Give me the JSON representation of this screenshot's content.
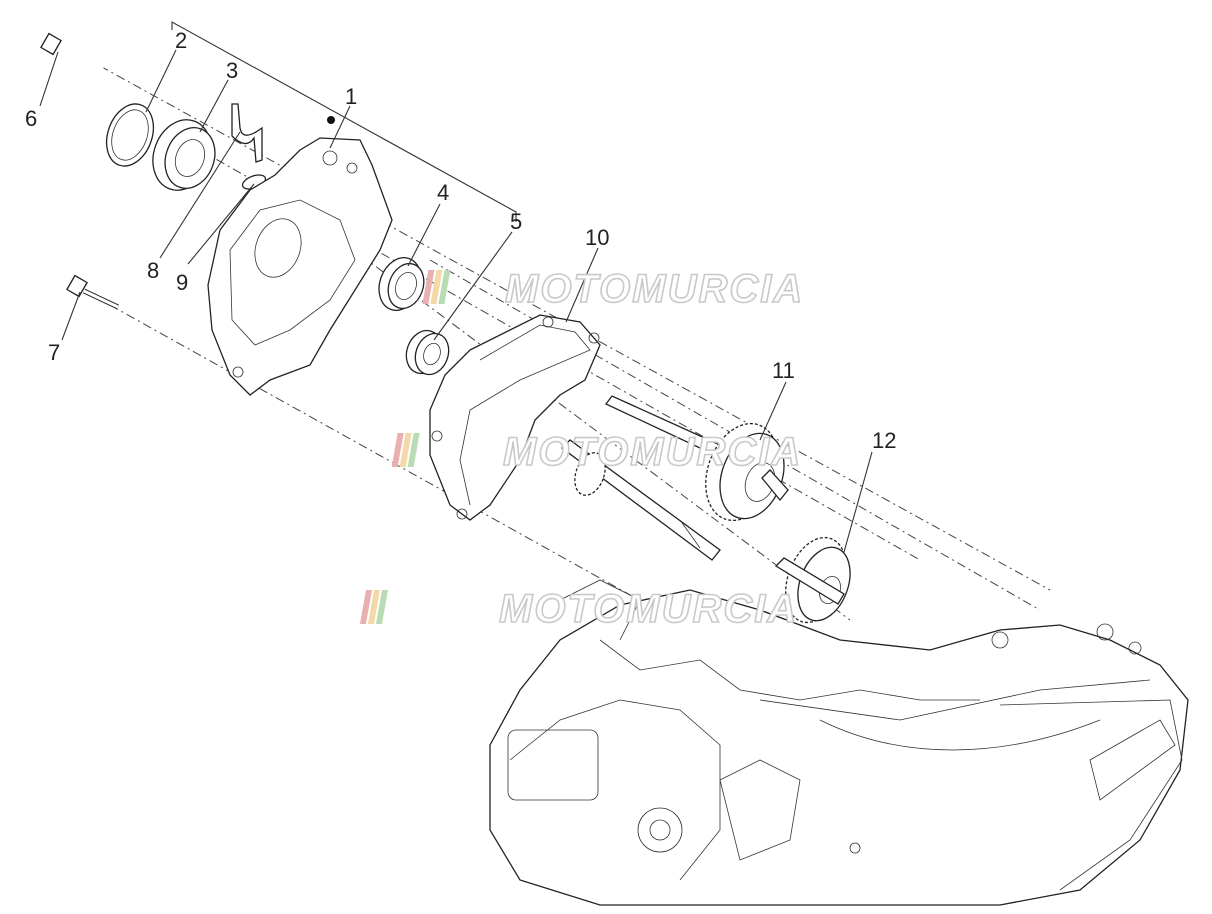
{
  "watermark": {
    "text": "MOTOMURCIA",
    "stripe_colors": [
      "#e8b0b0",
      "#f3d9a8",
      "#b9dcb4",
      "#c9c9c9"
    ]
  },
  "callouts": [
    "1",
    "2",
    "3",
    "4",
    "5",
    "6",
    "7",
    "8",
    "9",
    "10",
    "11",
    "12"
  ]
}
